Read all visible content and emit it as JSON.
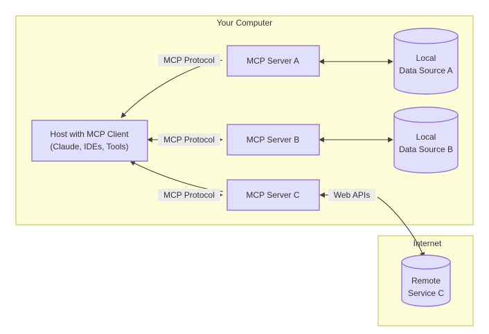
{
  "diagram": {
    "type": "architecture-flowchart",
    "background_color": "#ffffff",
    "containers": [
      {
        "id": "your-computer",
        "title": "Your Computer",
        "fill": "#fdfdd8",
        "stroke": "#d6d68a"
      },
      {
        "id": "internet",
        "title": "Internet",
        "fill": "#fdfdd8",
        "stroke": "#d6d68a"
      }
    ],
    "nodes": {
      "host": {
        "shape": "rectangle",
        "line1": "Host with MCP Client",
        "line2": "(Claude, IDEs, Tools)",
        "fill": "#e1e0fc",
        "stroke": "#9673d3"
      },
      "server_a": {
        "shape": "rectangle",
        "label": "MCP Server A",
        "fill": "#e1e0fc",
        "stroke": "#9673d3"
      },
      "server_b": {
        "shape": "rectangle",
        "label": "MCP Server B",
        "fill": "#e1e0fc",
        "stroke": "#9673d3"
      },
      "server_c": {
        "shape": "rectangle",
        "label": "MCP Server C",
        "fill": "#e1e0fc",
        "stroke": "#9673d3"
      },
      "data_source_a": {
        "shape": "cylinder",
        "line1": "Local",
        "line2": "Data Source A",
        "fill": "#e1e0fc",
        "stroke": "#9673d3"
      },
      "data_source_b": {
        "shape": "cylinder",
        "line1": "Local",
        "line2": "Data Source B",
        "fill": "#e1e0fc",
        "stroke": "#9673d3"
      },
      "remote_service_c": {
        "shape": "cylinder",
        "line1": "Remote",
        "line2": "Service C",
        "fill": "#e1e0fc",
        "stroke": "#9673d3"
      }
    },
    "edge_labels": {
      "mcp_protocol_a": "MCP Protocol",
      "mcp_protocol_b": "MCP Protocol",
      "mcp_protocol_c": "MCP Protocol",
      "web_apis": "Web APIs"
    },
    "edges": [
      {
        "id": "host-server-a",
        "label": "MCP Protocol",
        "direction": "bidirectional-curved"
      },
      {
        "id": "host-server-b",
        "label": "MCP Protocol",
        "direction": "bidirectional"
      },
      {
        "id": "host-server-c",
        "label": "MCP Protocol",
        "direction": "bidirectional-curved"
      },
      {
        "id": "server-a-data-a",
        "label": "",
        "direction": "bidirectional"
      },
      {
        "id": "server-b-data-b",
        "label": "",
        "direction": "bidirectional"
      },
      {
        "id": "server-c-remote-c",
        "label": "Web APIs",
        "direction": "bidirectional-curved"
      }
    ]
  }
}
